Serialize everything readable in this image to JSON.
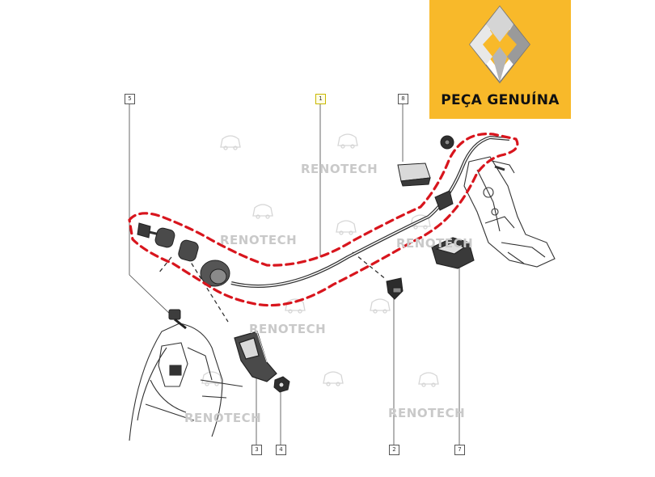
{
  "brand": {
    "label": "PEÇA GENUÍNA",
    "bg_color": "#f8b92a",
    "icon": "renault-diamond-logo"
  },
  "watermark": "RENOTECH",
  "callouts": [
    "1",
    "2",
    "3",
    "4",
    "5",
    "7",
    "8"
  ],
  "colors": {
    "highlight_outline": "#d8151d",
    "line_art": "#333333",
    "watermark": "#c9c9c9"
  }
}
